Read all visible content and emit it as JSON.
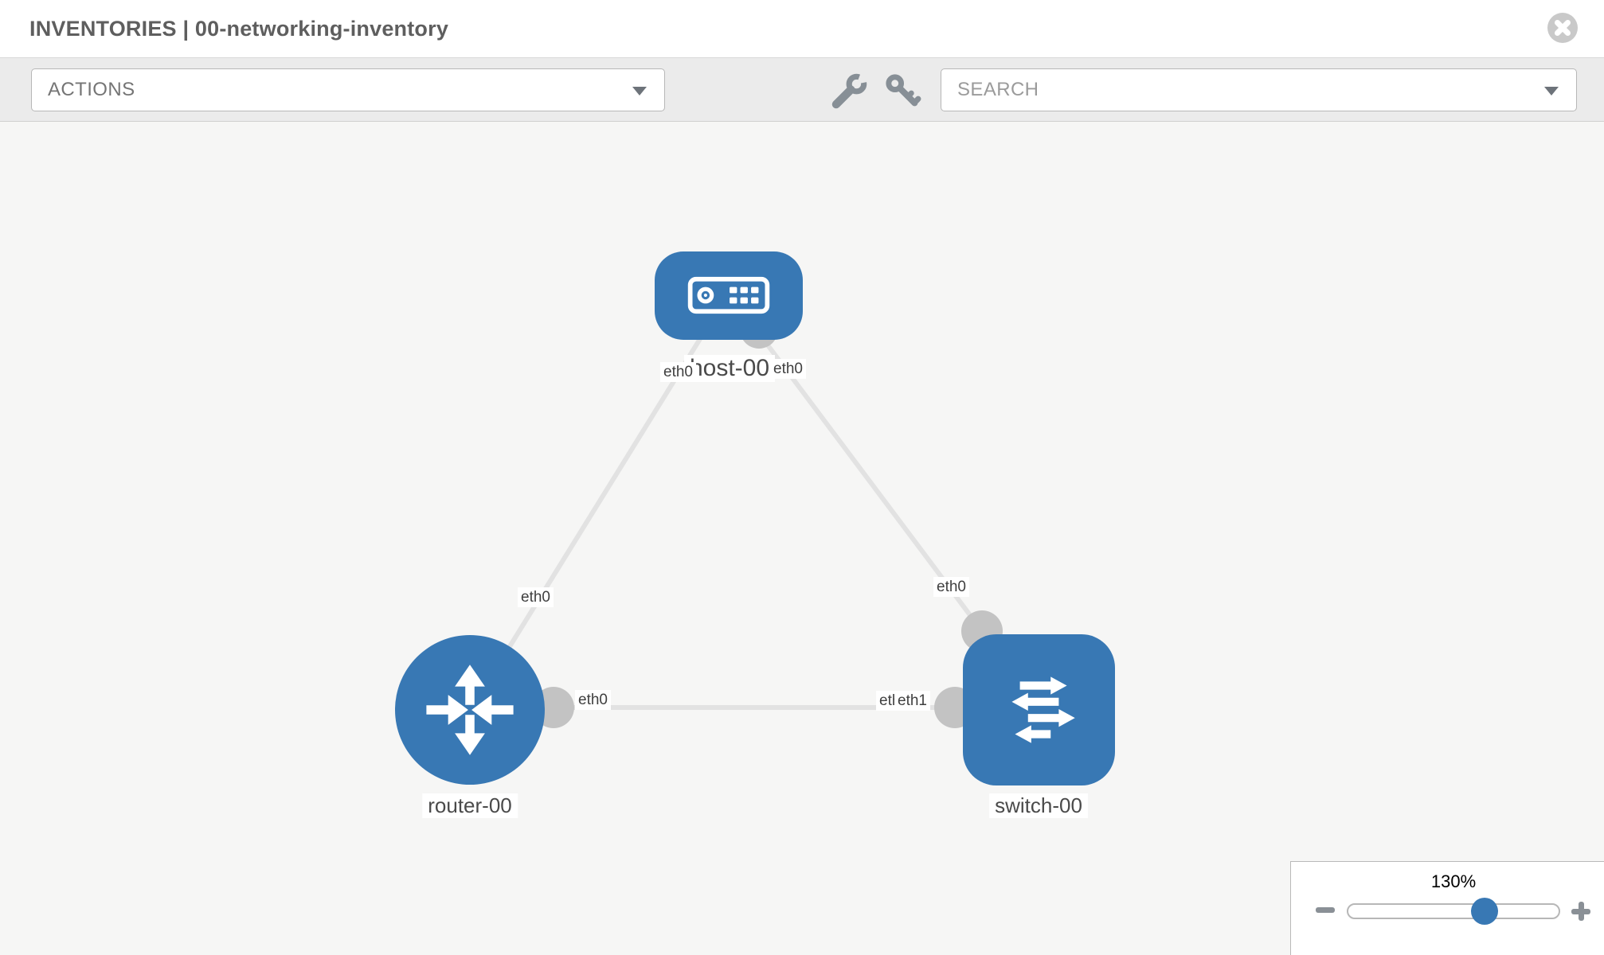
{
  "header": {
    "title": "INVENTORIES | 00-networking-inventory"
  },
  "toolbar": {
    "actions_label": "ACTIONS",
    "search_placeholder": "SEARCH",
    "icons": [
      "wrench",
      "key"
    ]
  },
  "icons": {
    "header_close": "x-circle",
    "dropdown_caret": "chevron-down",
    "zoom_out": "minus",
    "zoom_in": "plus"
  },
  "colors": {
    "node_blue": "#3878b4",
    "canvas_bg": "#f6f6f5",
    "toolbar_bg": "#ebebeb",
    "edge_gray": "#e2e2e2",
    "port_gray": "#c3c3c3",
    "icon_gray": "#878f96",
    "slider_handle": "#3878b4"
  },
  "topology": {
    "nodes": [
      {
        "id": "host-00",
        "type": "host",
        "label": "host-00"
      },
      {
        "id": "router-00",
        "type": "router",
        "label": "router-00"
      },
      {
        "id": "switch-00",
        "type": "switch",
        "label": "switch-00"
      }
    ],
    "links": [
      {
        "from": "host-00",
        "to": "router-00",
        "from_iface": "eth0",
        "to_iface": "eth0"
      },
      {
        "from": "host-00",
        "to": "switch-00",
        "from_iface": "eth0",
        "to_iface": "eth0"
      },
      {
        "from": "router-00",
        "to": "switch-00",
        "from_iface": "eth0",
        "to_iface": "eth1"
      }
    ],
    "iface_labels": [
      "eth0",
      "eth0",
      "eth0",
      "eth0",
      "eth0",
      "eth0",
      "eth1"
    ]
  },
  "zoom_panel": {
    "level": "130%"
  }
}
